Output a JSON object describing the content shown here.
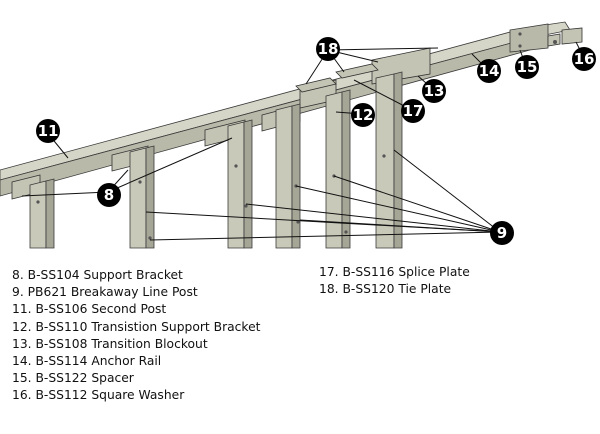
{
  "callouts": {
    "c8": "8",
    "c9": "9",
    "c11": "11",
    "c12": "12",
    "c13": "13",
    "c14": "14",
    "c15": "15",
    "c16": "16",
    "c17": "17",
    "c18": "18"
  },
  "legend": {
    "left": [
      "8. B-SS104 Support Bracket",
      "9. PB621 Breakaway Line Post",
      "11. B-SS106 Second Post",
      "12. B-SS110 Transistion Support Bracket",
      "13. B-SS108 Transition Blockout",
      "14. B-SS114 Anchor Rail",
      "15. B-SS122 Spacer",
      "16. B-SS112 Square Washer"
    ],
    "right": [
      "17. B-SS116 Splice Plate",
      "18. B-SS120 Tie Plate"
    ]
  }
}
